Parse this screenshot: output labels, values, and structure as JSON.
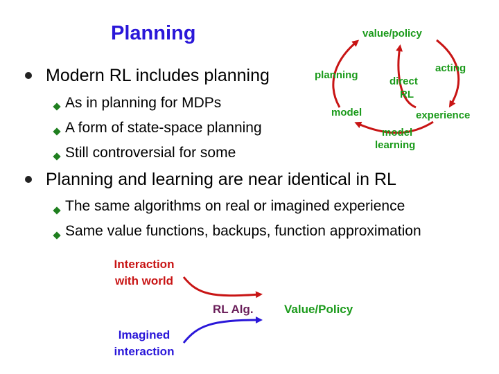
{
  "title": "Planning",
  "bullets": [
    {
      "text": "Modern RL includes planning",
      "sub": [
        "As in planning for MDPs",
        "A form of state-space planning",
        "Still controversial for some"
      ]
    },
    {
      "text": "Planning and learning are near identical in RL",
      "sub": [
        "The same algorithms on real or imagined experience",
        "Same value functions, backups, function approximation"
      ]
    }
  ],
  "cycle_diagram": {
    "value_policy": "value/policy",
    "acting": "acting",
    "planning": "planning",
    "direct": "direct",
    "rl": "RL",
    "model": "model",
    "experience": "experience",
    "model_learning_1": "model",
    "model_learning_2": "learning"
  },
  "flow_diagram": {
    "interaction_1": "Interaction",
    "interaction_2": "with world",
    "rl_alg": "RL Alg.",
    "value_policy": "Value/Policy",
    "imagined_1": "Imagined",
    "imagined_2": "interaction"
  },
  "colors": {
    "title": "#2a17d9",
    "green": "#1a9a1a",
    "red": "#c81414",
    "blue": "#2a17d9",
    "purple": "#6a1f5a"
  }
}
